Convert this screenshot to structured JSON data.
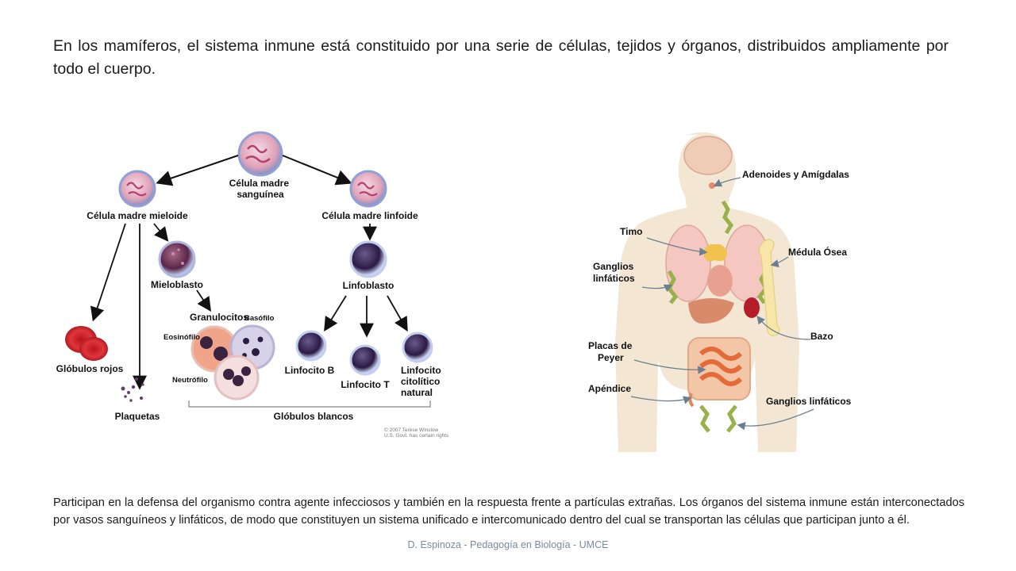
{
  "intro_text": "En los mamíferos, el sistema inmune está constituido por una serie de células, tejidos  y órganos, distribuidos ampliamente por todo el cuerpo.",
  "bottom_text": "Participan  en la defensa del organismo contra agente infecciosos y también en la respuesta frente a partículas extrañas. Los órganos del sistema inmune  están interconectados  por vasos sanguíneos y linfáticos, de modo que constituyen un sistema unificado e intercomunicado dentro del cual se transportan las células que participan junto a él.",
  "footer": "D. Espinoza -  Pedagogía en Biología -  UMCE",
  "cells_diagram": {
    "stem_cell": [
      "Célula madre",
      "sanguínea"
    ],
    "myeloid": "Célula madre mieloide",
    "lymphoid": "Célula madre linfoide",
    "myeloblast": "Mieloblasto",
    "lymphoblast": "Linfoblasto",
    "granulocytes": "Granulocitos",
    "eosinophil": "Eosinófilo",
    "basophil": "Basófilo",
    "neutrophil": "Neutrófilo",
    "red_cells": "Glóbulos rojos",
    "platelets": "Plaquetas",
    "b_cell": "Linfocito B",
    "t_cell": "Linfocito T",
    "nk_cell": [
      "Linfocito",
      "citolítico",
      "natural"
    ],
    "white_cells": "Glóbulos blancos",
    "credit": [
      "© 2007 Terese Winslow",
      "U.S. Govt. has certain rights"
    ]
  },
  "body_diagram": {
    "adenoids": "Adenoides y Amígdalas",
    "thymus": "Timo",
    "lymph_nodes_left": [
      "Ganglios",
      "linfáticos"
    ],
    "bone_marrow": "Médula Ósea",
    "spleen": "Bazo",
    "peyer": [
      "Placas de",
      "Peyer"
    ],
    "appendix": "Apéndice",
    "lymph_nodes_right": "Ganglios linfáticos"
  }
}
